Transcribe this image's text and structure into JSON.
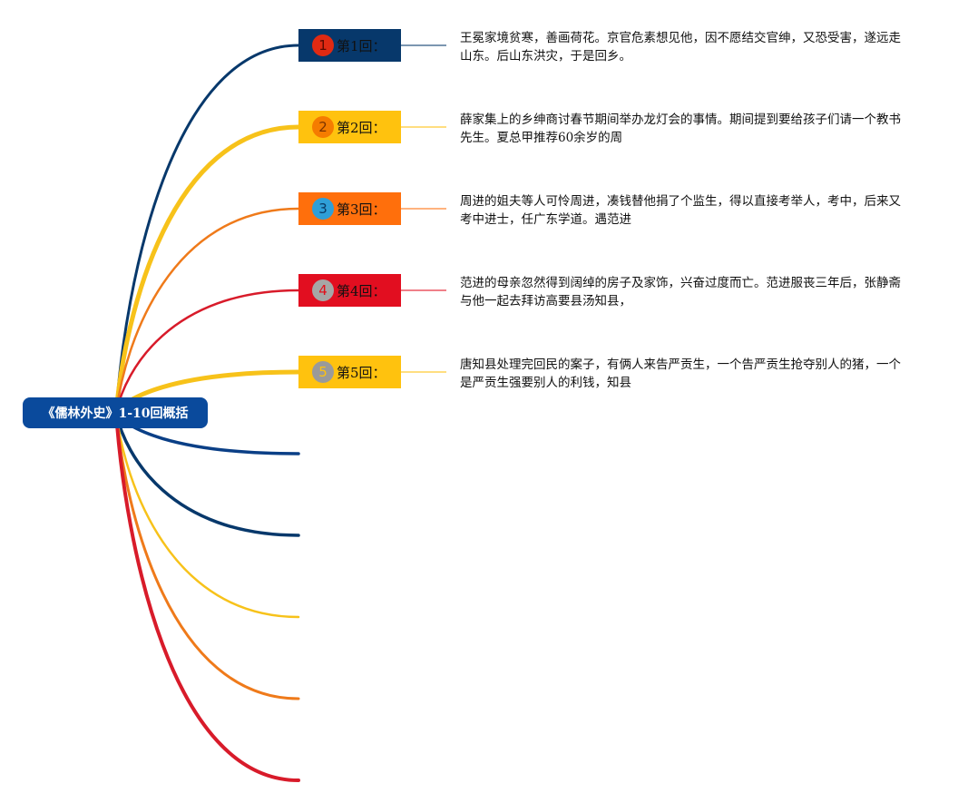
{
  "root": {
    "title": "《儒林外史》1-10回概括",
    "color": "#0a4a9c"
  },
  "chapters": [
    {
      "number": "1",
      "label": "第1回：",
      "node_color": "#07386b",
      "circle_color": "#e02a13",
      "circle_text_color": "#5a0a00",
      "branch_color": "#07386b",
      "summary": "王冕家境贫寒，善画荷花。京官危素想见他，因不愿结交官绅，又恐受害，遂远走山东。后山东洪灾，于是回乡。"
    },
    {
      "number": "2",
      "label": "第2回：",
      "node_color": "#ffc20e",
      "circle_color": "#f57c00",
      "circle_text_color": "#7a3300",
      "branch_color": "#f7c21a",
      "summary": "薛家集上的乡绅商讨春节期间举办龙灯会的事情。期间提到要给孩子们请一个教书先生。夏总甲推荐60余岁的周"
    },
    {
      "number": "3",
      "label": "第3回：",
      "node_color": "#ff6f0c",
      "circle_color": "#2f9fd8",
      "circle_text_color": "#0a3a66",
      "branch_color": "#ef7a1a",
      "summary": "周进的姐夫等人可怜周进，凑钱替他捐了个监生，得以直接考举人，考中，后来又考中进士，任广东学道。遇范进"
    },
    {
      "number": "4",
      "label": "第4回：",
      "node_color": "#e20e20",
      "circle_color": "#a6a6a6",
      "circle_text_color": "#e0101a",
      "branch_color": "#d81b2a",
      "summary": "范进的母亲忽然得到阔绰的房子及家饰，兴奋过度而亡。范进服丧三年后，张静斋与他一起去拜访高要县汤知县，"
    },
    {
      "number": "5",
      "label": "第5回：",
      "node_color": "#ffc20e",
      "circle_color": "#9a9a9a",
      "circle_text_color": "#ffc20e",
      "branch_color": "#f7c21a",
      "summary": "唐知县处理完回民的案子，有俩人来告严贡生，一个告严贡生抢夺别人的猪，一个是严贡生强要别人的利钱，知县"
    }
  ],
  "empty_branches": [
    {
      "color": "#0a3f86"
    },
    {
      "color": "#07386b"
    },
    {
      "color": "#f7c21a"
    },
    {
      "color": "#ef7a1a"
    },
    {
      "color": "#d81b2a"
    }
  ]
}
